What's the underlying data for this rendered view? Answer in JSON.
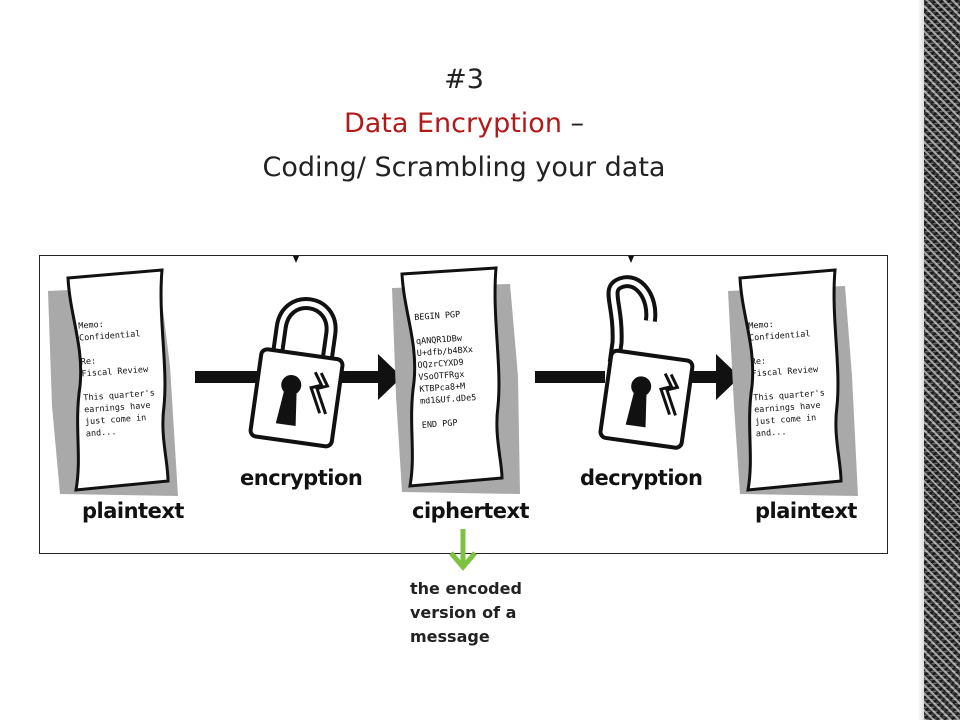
{
  "title": {
    "line1": "#3",
    "line2_emphasis": "Data Encryption",
    "line2_rest": " –",
    "line3": "Coding/ Scrambling your data"
  },
  "diagram": {
    "labels": {
      "plaintext_left": "plaintext",
      "encryption": "encryption",
      "ciphertext": "ciphertext",
      "decryption": "decryption",
      "plaintext_right": "plaintext"
    },
    "doc_plain": [
      "Memo:",
      "Confidential",
      "",
      "Re:",
      "Fiscal Review",
      "",
      "This quarter's",
      "earnings have",
      "just come in",
      "and..."
    ],
    "doc_cipher": [
      "BEGIN PGP",
      "",
      "qANQR1DBw",
      "U+dfb/b4BXx",
      "OQzrCYXD9",
      "VSoOTFRgx",
      "KTBPca8+M",
      "md1&Uf.dDe5",
      "",
      "END PGP"
    ]
  },
  "note": {
    "text": "the encoded version of a message",
    "arrow_color": "#7dc242"
  },
  "colors": {
    "title_emphasis": "#b21a1a",
    "shadow": "#a9a9a9"
  }
}
